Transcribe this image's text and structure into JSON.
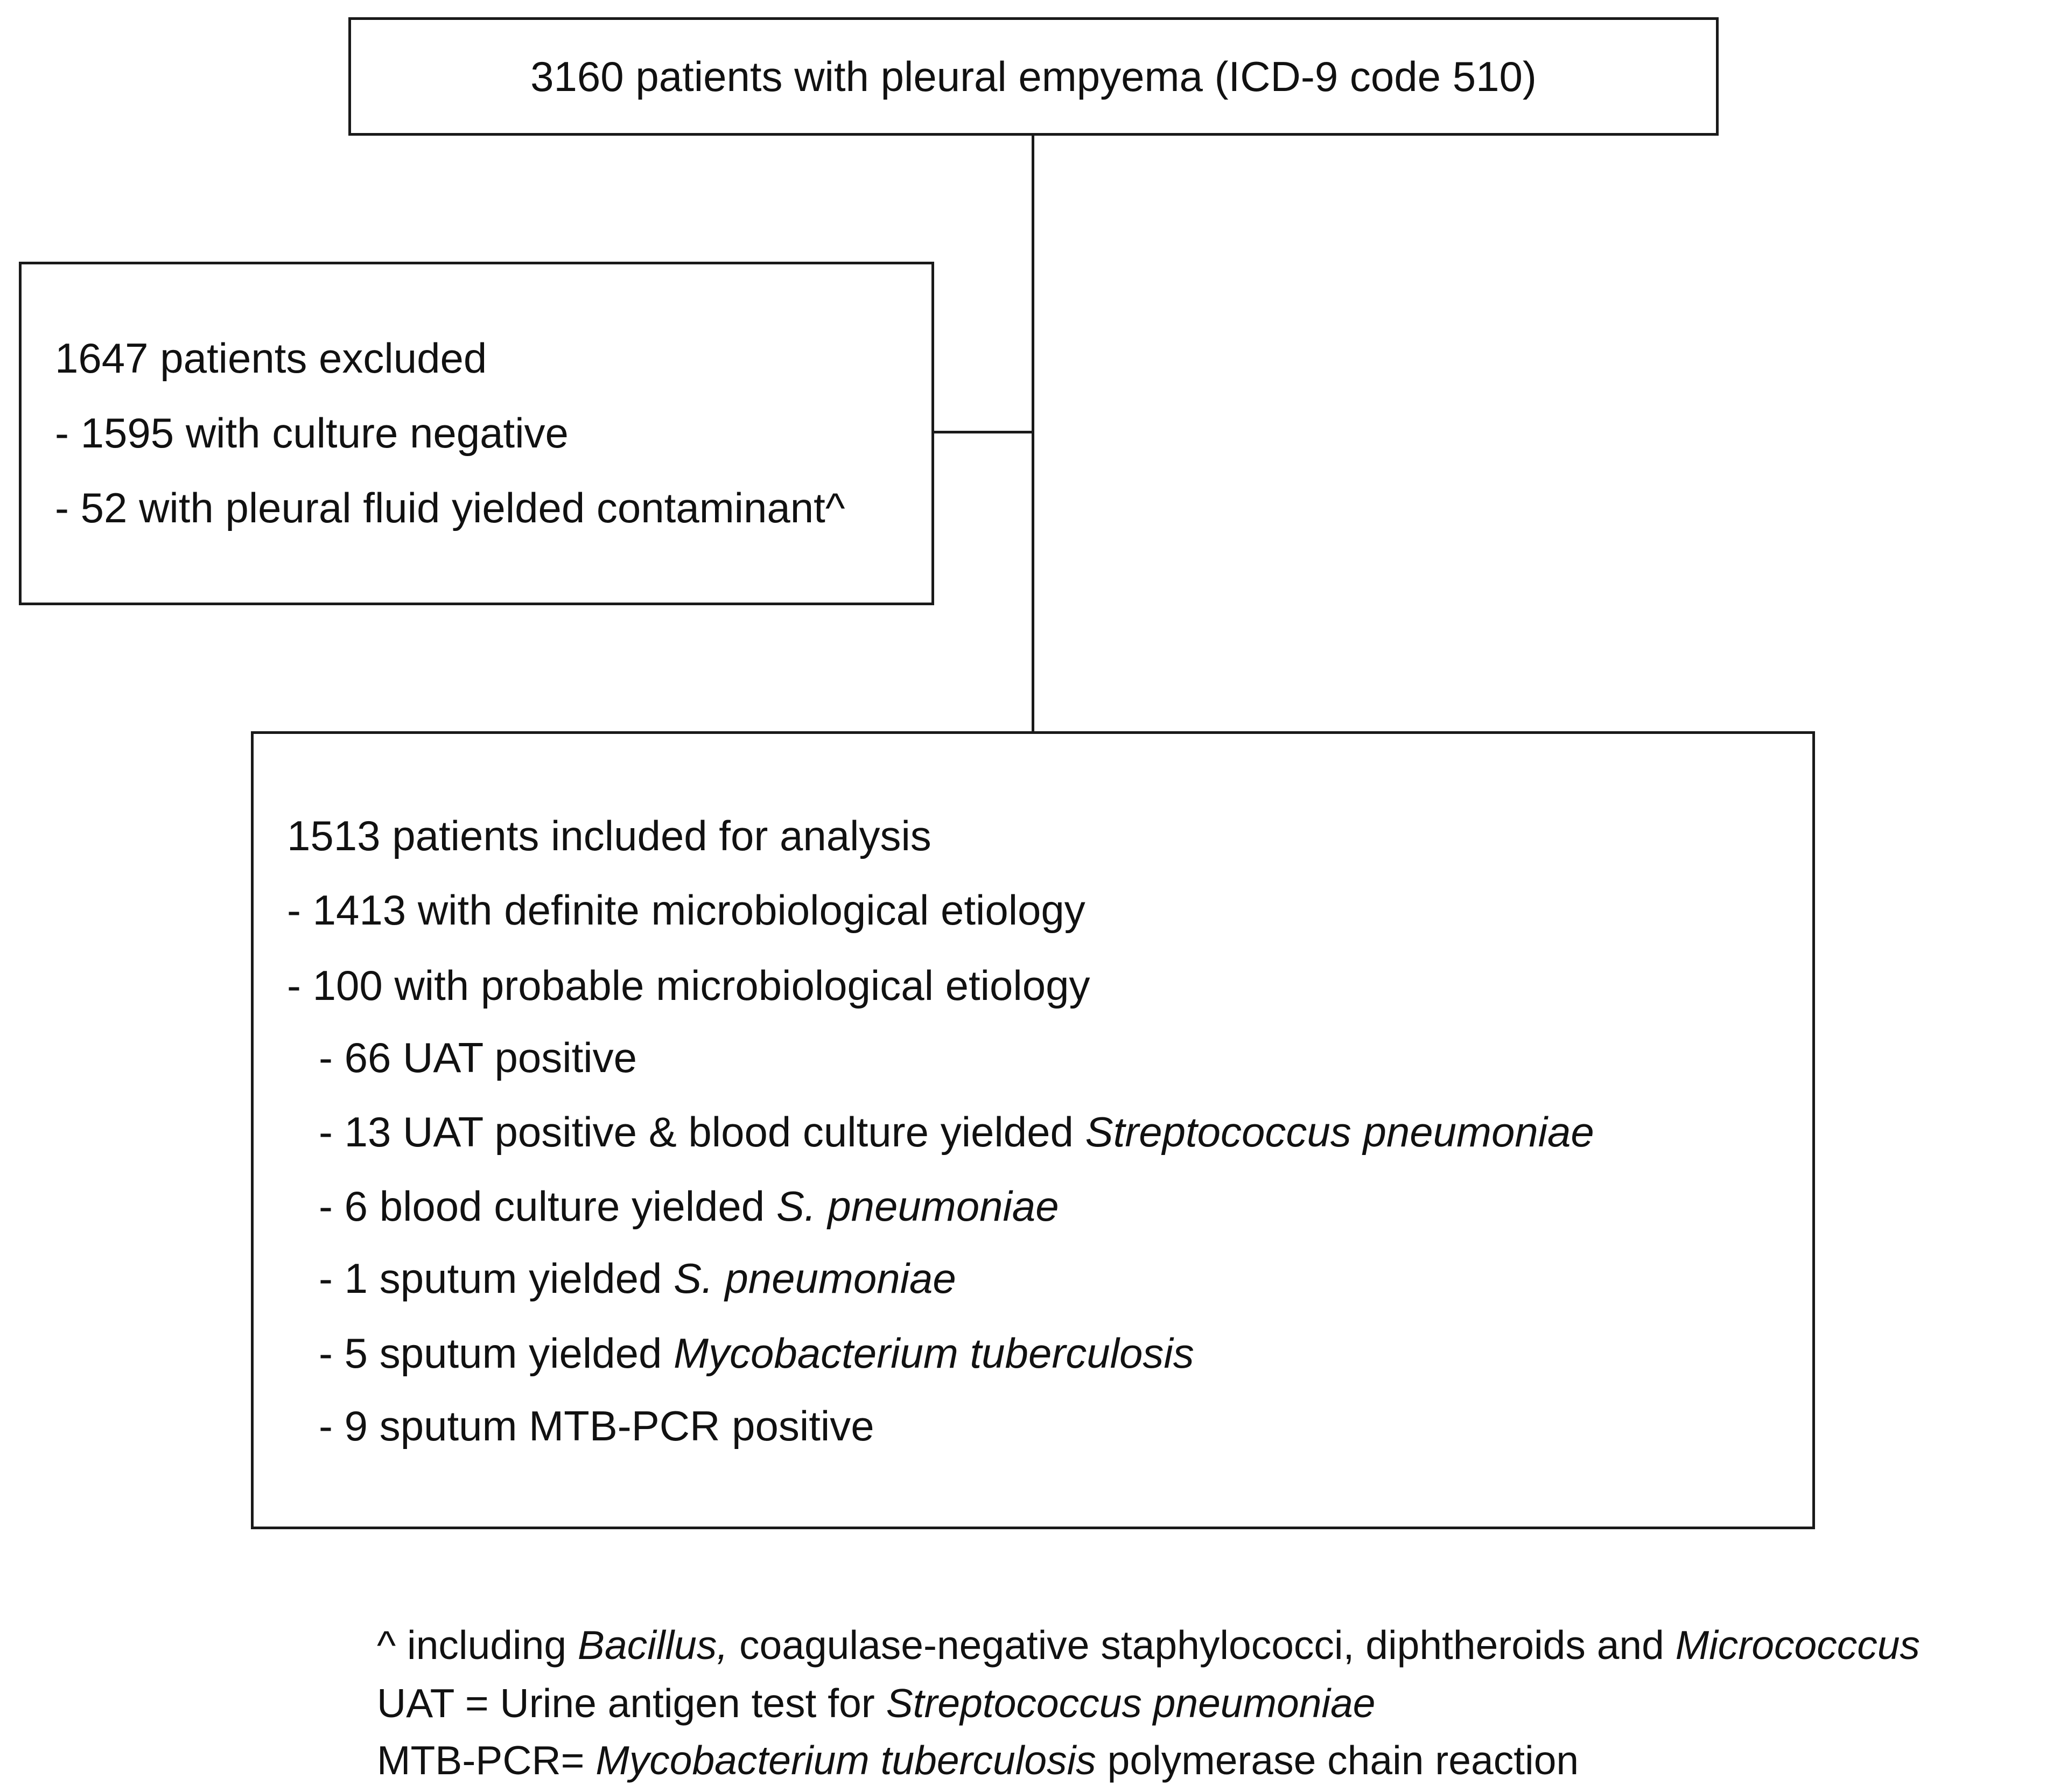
{
  "top_box": {
    "text": "3160 patients with pleural empyema (ICD-9 code 510)"
  },
  "excluded_box": {
    "heading": "1647 patients excluded",
    "items": [
      "- 1595 with culture negative",
      "- 52 with pleural fluid yielded contaminant^"
    ]
  },
  "included_box": {
    "heading": "1513 patients included for analysis",
    "items": [
      "- 1413 with definite microbiological etiology",
      "- 100 with probable microbiological etiology"
    ],
    "subitems": [
      {
        "text": "- 66 UAT positive",
        "italic": ""
      },
      {
        "text": "- 13 UAT positive & blood culture yielded ",
        "italic": "Streptococcus pneumoniae"
      },
      {
        "text": "- 6 blood culture yielded ",
        "italic": "S. pneumoniae"
      },
      {
        "text": "- 1 sputum yielded ",
        "italic": "S. pneumoniae"
      },
      {
        "text": "- 5 sputum yielded ",
        "italic": "Mycobacterium tuberculosis"
      },
      {
        "text": "- 9 sputum MTB-PCR positive",
        "italic": ""
      }
    ]
  },
  "footnotes": {
    "line1": {
      "a": "^ including ",
      "b": "Bacillus,",
      "c": " coagulase-negative staphylococci, diphtheroids and ",
      "d": "Micrococccus"
    },
    "line2": {
      "a": "UAT = Urine antigen test for ",
      "b": "Streptococcus pneumoniae"
    },
    "line3": {
      "a": "MTB-PCR= ",
      "b": "Mycobacterium tuberculosis",
      "c": " polymerase chain reaction"
    }
  }
}
